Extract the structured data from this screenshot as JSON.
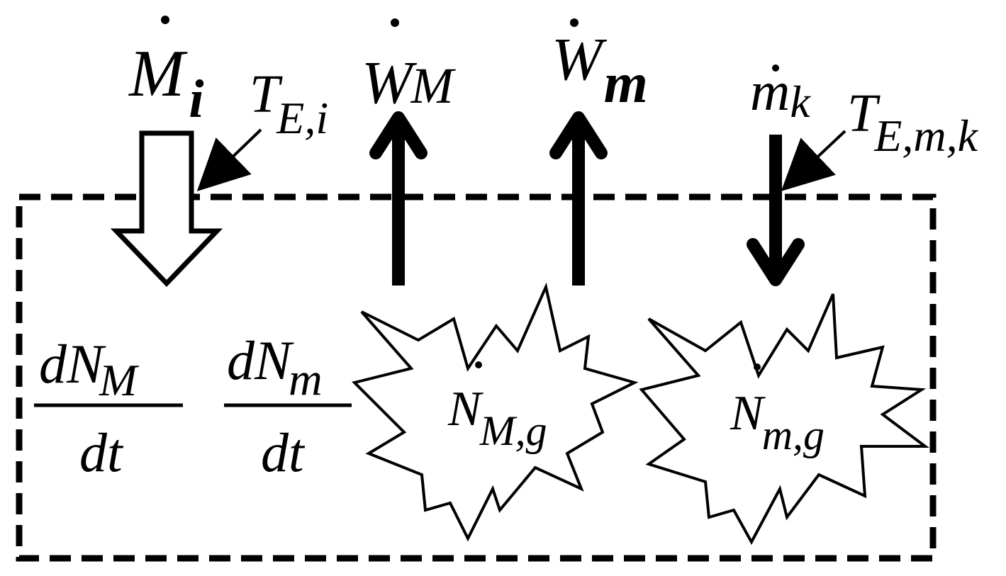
{
  "colors": {
    "stroke": "#000000",
    "fill": "#ffffff"
  },
  "labels": {
    "mass_in": {
      "base": "M",
      "sub": "i",
      "dot": true
    },
    "temp_in": {
      "base": "T",
      "sub": "E,i"
    },
    "work_M": {
      "base": "W",
      "sub": "M",
      "dot": true
    },
    "work_m": {
      "base": "W",
      "sub": "m",
      "dot": true
    },
    "mass_k": {
      "base": "m",
      "sub": "k",
      "dot": true
    },
    "temp_k": {
      "base": "T",
      "sub": "E,m,k"
    },
    "dNM": {
      "num_base": "dN",
      "num_sub": "M",
      "den": "dt"
    },
    "dNm": {
      "num_base": "dN",
      "num_sub": "m",
      "den": "dt"
    },
    "gen_M": {
      "base": "N",
      "sub": "M,g",
      "dot": true
    },
    "gen_m": {
      "base": "N",
      "sub": "m,g",
      "dot": true
    }
  }
}
